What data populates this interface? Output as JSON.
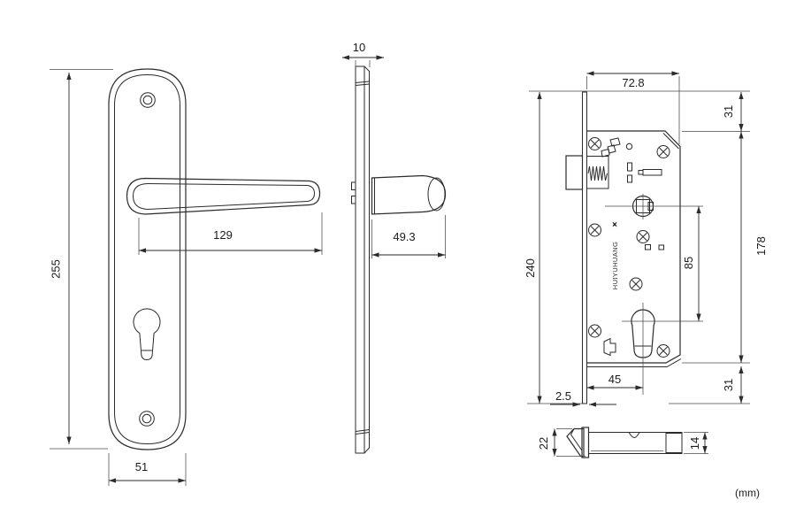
{
  "unit_label": "(mm)",
  "front_view": {
    "plate_height": "255",
    "plate_width": "51",
    "handle_length": "129"
  },
  "side_view": {
    "plate_thickness": "10",
    "handle_projection": "49.3"
  },
  "lock_view": {
    "case_width": "72.8",
    "faceplate_height": "240",
    "top_offset": "31",
    "case_height": "178",
    "centers_distance": "85",
    "bottom_offset": "31",
    "backset": "45",
    "faceplate_thickness": "2.5",
    "brand_text": "HUIYUHUANG"
  },
  "latch_view": {
    "head_height": "22",
    "bolt_height": "14"
  }
}
